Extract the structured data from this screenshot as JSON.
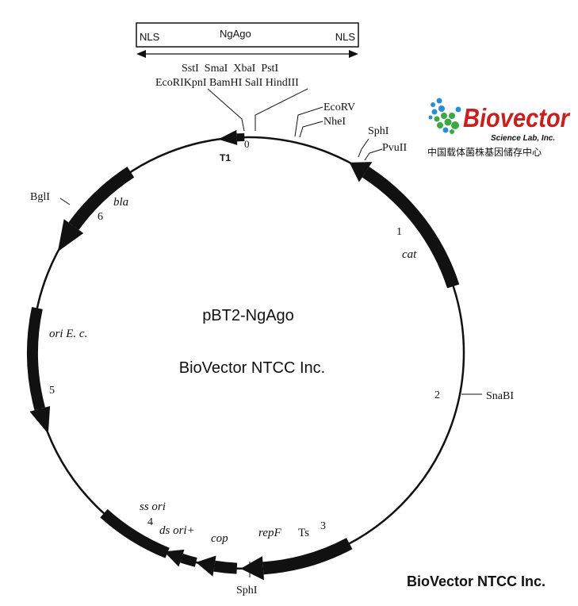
{
  "plasmid": {
    "name": "pBT2-NgAgo",
    "company": "BioVector NTCC Inc."
  },
  "insert_box": {
    "left_label": "NLS",
    "center_label": "NgAgo",
    "right_label": "NLS"
  },
  "mcs": {
    "row1": "SstI  SmaI  XbaI  PstI",
    "row2": "EcoRIKpnI BamHI SalI HindIII"
  },
  "sites": {
    "ecorv": "EcoRV",
    "nhei": "NheI",
    "sphi_top": "SphI",
    "pvuii": "PvuII",
    "bgli": "BglI",
    "snabi": "SnaBI",
    "sphi_bottom": "SphI"
  },
  "genes": {
    "t1": "T1",
    "bla": "bla",
    "cat": "cat",
    "ori_ec": "ori E. c.",
    "ss_ori": "ss ori",
    "ds_ori": "ds ori+",
    "cop": "cop",
    "repf": "repF",
    "ts": "Ts"
  },
  "positions": {
    "p0": "0",
    "p1": "1",
    "p2": "2",
    "p3": "3",
    "p4": "4",
    "p5": "5",
    "p6": "6"
  },
  "logo": {
    "brand": "Biovector",
    "sub": "Science Lab, Inc.",
    "cn": "中国载体菌株基因储存中心",
    "colors": {
      "red": "#c8201e",
      "green": "#3aa843",
      "blue": "#2a8fd0"
    }
  },
  "footer": "BioVector NTCC Inc."
}
